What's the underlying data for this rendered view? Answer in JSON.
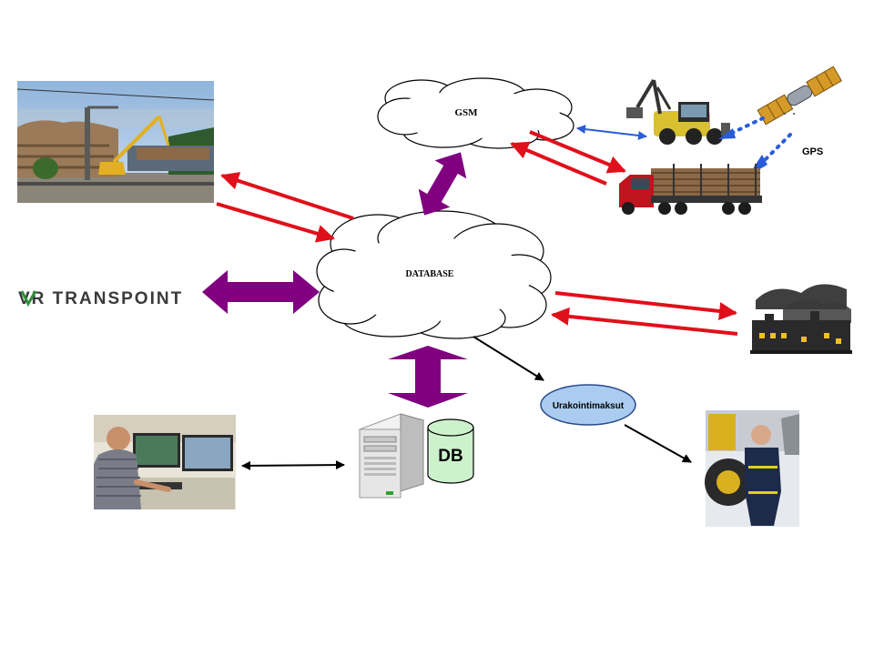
{
  "nodes": {
    "gsm": "GSM",
    "database": "DATABASE",
    "db": "DB",
    "gps": "GPS",
    "payments": "Urakointimaksut",
    "logo": "VR TRANSPOINT"
  },
  "colors": {
    "two_way_arrow": "#800080",
    "data_arrow": "#e0101a",
    "gps_arrow": "#2a5cd6",
    "payments_fill": "#aaccf0",
    "db_fill": "#ccf2cc"
  }
}
